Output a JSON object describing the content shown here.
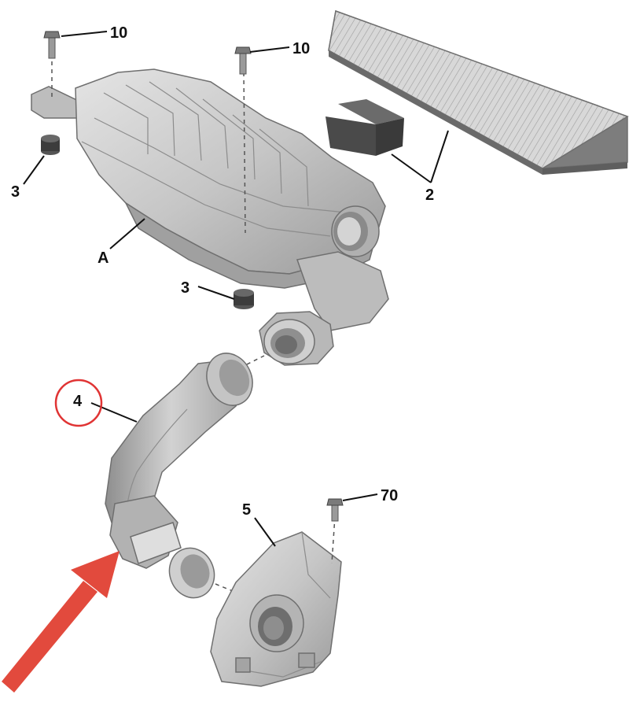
{
  "callouts": {
    "bolt_left": "10",
    "bolt_right": "10",
    "filter_element": "2",
    "mount_upper": "3",
    "mount_lower": "3",
    "housing": "A",
    "hose": "4",
    "bracket": "5",
    "bracket_bolt": "70"
  },
  "colors": {
    "part_fill": "#c9c9c9",
    "part_shade": "#a7a7a7",
    "rubber_mount": "#3c3c3c",
    "highlight_circle": "#e03434",
    "pointer_arrow": "#e24a3d"
  },
  "highlight": {
    "callout": "hose",
    "shape": "circle"
  },
  "pointer": {
    "type": "arrow",
    "target": "hose"
  }
}
